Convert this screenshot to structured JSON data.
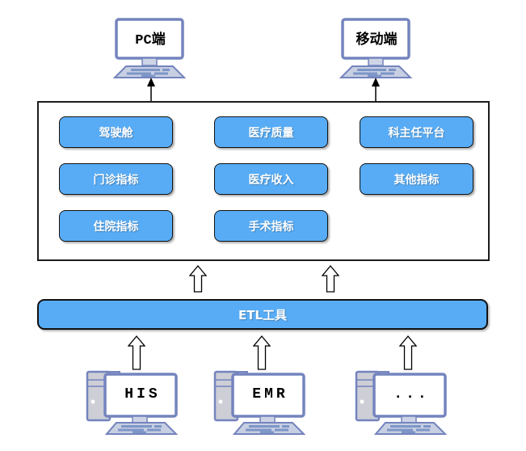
{
  "diagram": {
    "title_implicit": "",
    "clients": [
      {
        "label": "PC端"
      },
      {
        "label": "移动端"
      }
    ],
    "platform_modules": [
      {
        "label": "驾驶舱"
      },
      {
        "label": "医疗质量"
      },
      {
        "label": "科主任平台"
      },
      {
        "label": "门诊指标"
      },
      {
        "label": "医疗收入"
      },
      {
        "label": "其他指标"
      },
      {
        "label": "住院指标"
      },
      {
        "label": "手术指标"
      }
    ],
    "etl": {
      "label": "ETL工具"
    },
    "sources": [
      {
        "label": "HIS"
      },
      {
        "label": "EMR"
      },
      {
        "label": "..."
      }
    ],
    "colors": {
      "module_fill": "#58ACF5",
      "module_text": "#FFFFFF",
      "device_outline": "#7484BE",
      "device_fill": "#CDCED6",
      "keyboard_fill": "#C7CFE2",
      "key_fill": "#7E96C8",
      "box_border": "#1C1C1C",
      "arrow_color": "#000000"
    }
  }
}
